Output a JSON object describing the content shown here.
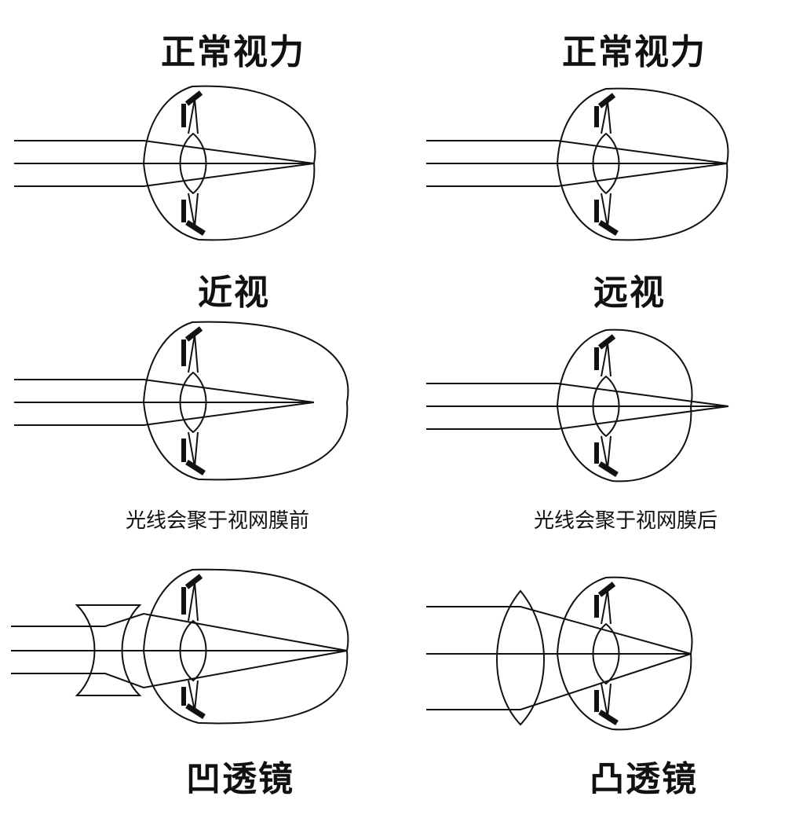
{
  "labels": {
    "normal_left": "正常视力",
    "normal_right": "正常视力",
    "myopia": "近视",
    "hyperopia": "远视",
    "myopia_note": "光线会聚于视网膜前",
    "hyperopia_note": "光线会聚于视网膜后",
    "concave_lens": "凹透镜",
    "convex_lens": "凸透镜"
  },
  "colors": {
    "stroke": "#111111",
    "background": "#ffffff"
  }
}
